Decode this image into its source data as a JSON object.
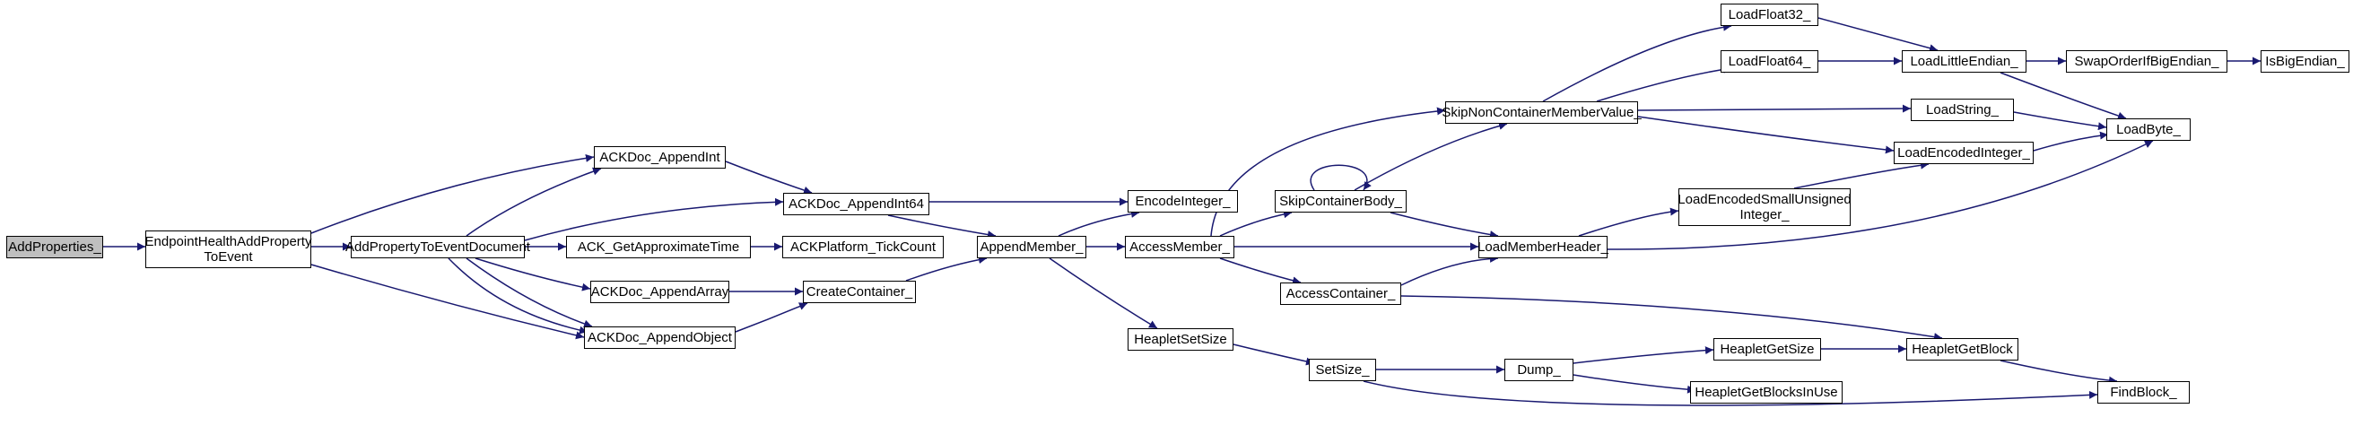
{
  "graph": {
    "nodes": {
      "add_properties": "AddProperties_",
      "endpoint_health": "EndpointHealthAddProperty\nToEvent",
      "ackdoc_append_int": "ACKDoc_AppendInt",
      "add_property_to_event": "AddPropertyToEventDocument",
      "ackdoc_append_int64": "ACKDoc_AppendInt64",
      "ack_get_approx_time": "ACK_GetApproximateTime",
      "ackplatform_tickcount": "ACKPlatform_TickCount",
      "ackdoc_append_array": "ACKDoc_AppendArray",
      "ackdoc_append_object": "ACKDoc_AppendObject",
      "create_container": "CreateContainer_",
      "append_member": "AppendMember_",
      "encode_integer": "EncodeInteger_",
      "access_member": "AccessMember_",
      "heaplet_set_size": "HeapletSetSize",
      "skip_non_container": "SkipNonContainerMemberValue_",
      "skip_container_body": "SkipContainerBody_",
      "load_member_header": "LoadMemberHeader_",
      "access_container": "AccessContainer_",
      "set_size": "SetSize_",
      "dump": "Dump_",
      "load_float32": "LoadFloat32_",
      "load_float64": "LoadFloat64_",
      "load_little_endian": "LoadLittleEndian_",
      "swap_order": "SwapOrderIfBigEndian_",
      "is_big_endian": "IsBigEndian_",
      "load_string": "LoadString_",
      "load_byte": "LoadByte_",
      "load_encoded_integer": "LoadEncodedInteger_",
      "load_encoded_small": "LoadEncodedSmallUnsigned\nInteger_",
      "heaplet_get_size": "HeapletGetSize",
      "heaplet_get_blocks": "HeapletGetBlocksInUse",
      "heaplet_get_block": "HeapletGetBlock",
      "find_block": "FindBlock_"
    }
  }
}
